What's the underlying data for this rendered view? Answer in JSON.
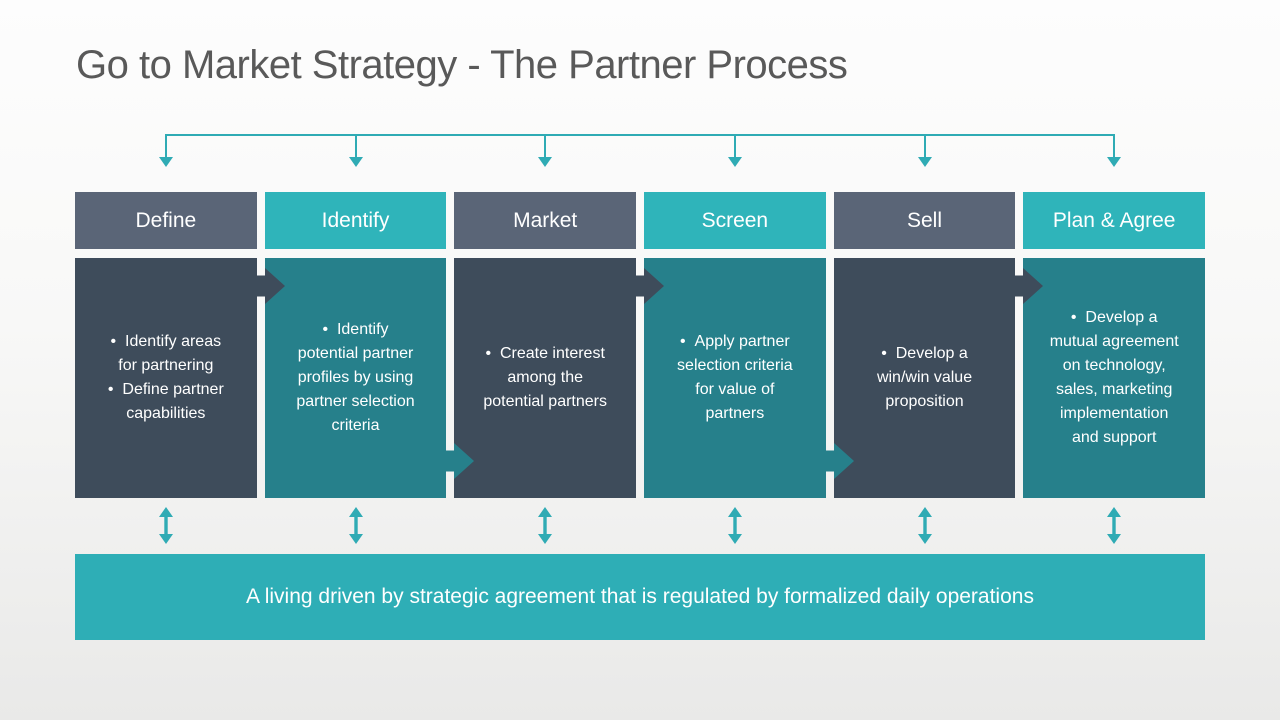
{
  "slide": {
    "title": "Go to Market Strategy - The Partner Process",
    "banner_text": "A living driven by strategic agreement that is regulated by formalized daily operations"
  },
  "colors": {
    "title_text": "#595959",
    "header_slate": "#5a6577",
    "header_teal": "#2fb4ba",
    "body_slate": "#3e4c5b",
    "body_teal": "#26808b",
    "banner_teal": "#2eaeb6",
    "connector_teal": "#2fabb4",
    "text_white": "#ffffff"
  },
  "columns": [
    {
      "label": "Define",
      "theme": "slate",
      "bullets": [
        "Identify areas for partnering",
        "Define partner capabilities"
      ]
    },
    {
      "label": "Identify",
      "theme": "teal",
      "bullets": [
        "Identify potential partner profiles by using partner selection criteria"
      ]
    },
    {
      "label": "Market",
      "theme": "slate",
      "bullets": [
        "Create interest among the potential partners"
      ]
    },
    {
      "label": "Screen",
      "theme": "teal",
      "bullets": [
        "Apply partner selection criteria for value of partners"
      ]
    },
    {
      "label": "Sell",
      "theme": "slate",
      "bullets": [
        "Develop a win/win value proposition"
      ]
    },
    {
      "label": "Plan & Agree",
      "theme": "teal",
      "bullets": [
        "Develop a mutual agreement on technology, sales, marketing implementation and support"
      ]
    }
  ],
  "flow_arrows": [
    {
      "between": "Define-Identify",
      "vertical": "top",
      "theme": "slate"
    },
    {
      "between": "Identify-Market",
      "vertical": "bottom",
      "theme": "teal"
    },
    {
      "between": "Market-Screen",
      "vertical": "top",
      "theme": "slate"
    },
    {
      "between": "Screen-Sell",
      "vertical": "bottom",
      "theme": "teal"
    },
    {
      "between": "Sell-PlanAgree",
      "vertical": "top",
      "theme": "slate"
    }
  ]
}
